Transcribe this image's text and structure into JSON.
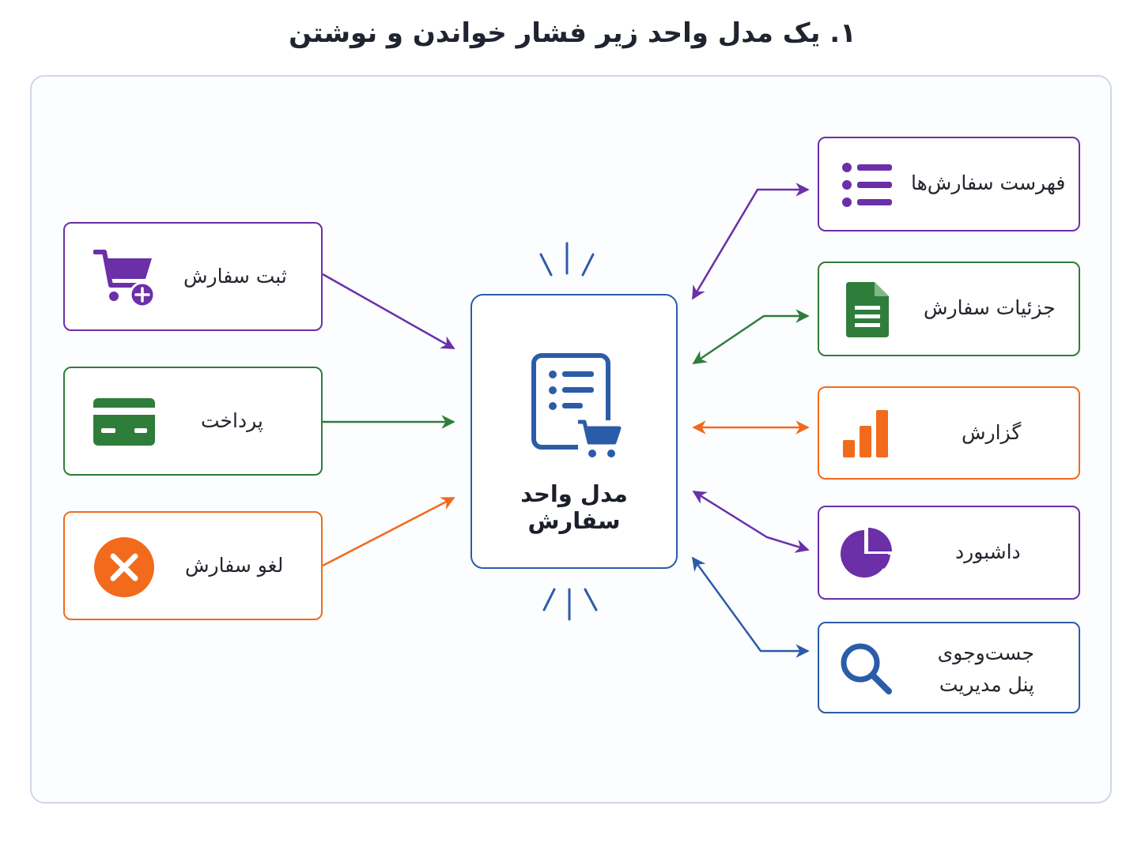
{
  "title": "۱. یک مدل واحد زیر فشار خواندن و نوشتن",
  "center": {
    "label": "مدل واحد سفارش",
    "icon": "order-document-cart-icon"
  },
  "writers": [
    {
      "label": "ثبت سفارش",
      "icon": "cart-plus-icon",
      "color": "#6b2fa8"
    },
    {
      "label": "پرداخت",
      "icon": "credit-card-icon",
      "color": "#2f7d3b"
    },
    {
      "label": "لغو سفارش",
      "icon": "cancel-circle-icon",
      "color": "#f26a1b"
    }
  ],
  "readers": [
    {
      "label": "فهرست سفارش‌ها",
      "icon": "list-icon",
      "color": "#6b2fa8"
    },
    {
      "label": "جزئیات سفارش",
      "icon": "document-icon",
      "color": "#2f7d3b"
    },
    {
      "label": "گزارش",
      "icon": "bar-chart-icon",
      "color": "#f26a1b"
    },
    {
      "label": "داشبورد",
      "icon": "pie-chart-icon",
      "color": "#6b2fa8"
    },
    {
      "label": "جست‌وجوی",
      "label2": "پنل مدیریت",
      "icon": "search-icon",
      "color": "#2b5ca8"
    }
  ]
}
